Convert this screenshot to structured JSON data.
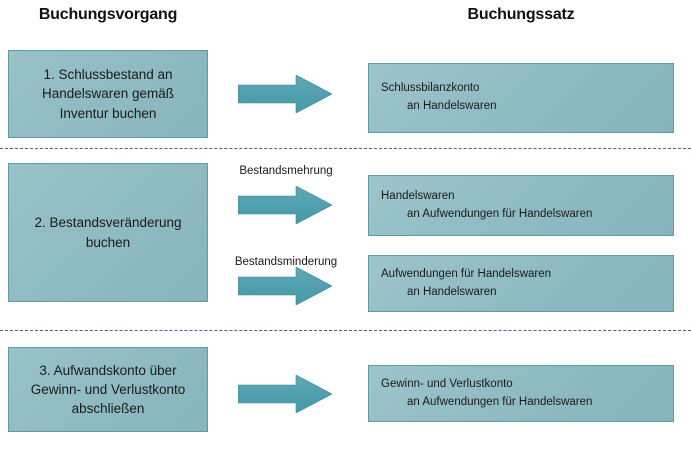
{
  "headers": {
    "left": "Buchungsvorgang",
    "right": "Buchungssatz"
  },
  "colors": {
    "box_fill": "#8ebac2",
    "box_border": "#5f9aa5",
    "arrow_fill": "#4f9fae",
    "arrow_border": "#3d8997",
    "divider": "#4a5fa3",
    "text": "#1a1a1a"
  },
  "rows": [
    {
      "process": "1. Schlussbestand an\nHandelswaren gemäß\nInventur buchen",
      "arrow_label": "",
      "entry": {
        "line1": "Schlussbilanzkonto",
        "line2": "an Handelswaren"
      }
    },
    {
      "process": "2. Bestandsveränderung\nbuchen",
      "entries": [
        {
          "arrow_label": "Bestandsmehrung",
          "line1": "Handelswaren",
          "line2": "an Aufwendungen für Handelswaren"
        },
        {
          "arrow_label": "Bestandsminderung",
          "line1": "Aufwendungen für Handelswaren",
          "line2": "an Handelswaren"
        }
      ]
    },
    {
      "process": "3. Aufwandskonto über\nGewinn- und Verlustkonto\nabschließen",
      "arrow_label": "",
      "entry": {
        "line1": "Gewinn- und Verlustkonto",
        "line2": "an Aufwendungen für Handelswaren"
      }
    }
  ],
  "process_boxes": {
    "box1": "1. Schlussbestand an\nHandelswaren gemäß\nInventur buchen",
    "box2": "2. Bestandsveränderung\nbuchen",
    "box3": "3. Aufwandskonto über\nGewinn- und Verlustkonto\nabschließen"
  },
  "entry_boxes": {
    "entry1_line1": "Schlussbilanzkonto",
    "entry1_line2": "an Handelswaren",
    "entry2_line1": "Handelswaren",
    "entry2_line2": "an Aufwendungen für Handelswaren",
    "entry3_line1": "Aufwendungen für Handelswaren",
    "entry3_line2": "an Handelswaren",
    "entry4_line1": "Gewinn- und Verlustkonto",
    "entry4_line2": "an Aufwendungen für Handelswaren"
  },
  "arrow_labels": {
    "increase": "Bestandsmehrung",
    "decrease": "Bestandsminderung"
  }
}
